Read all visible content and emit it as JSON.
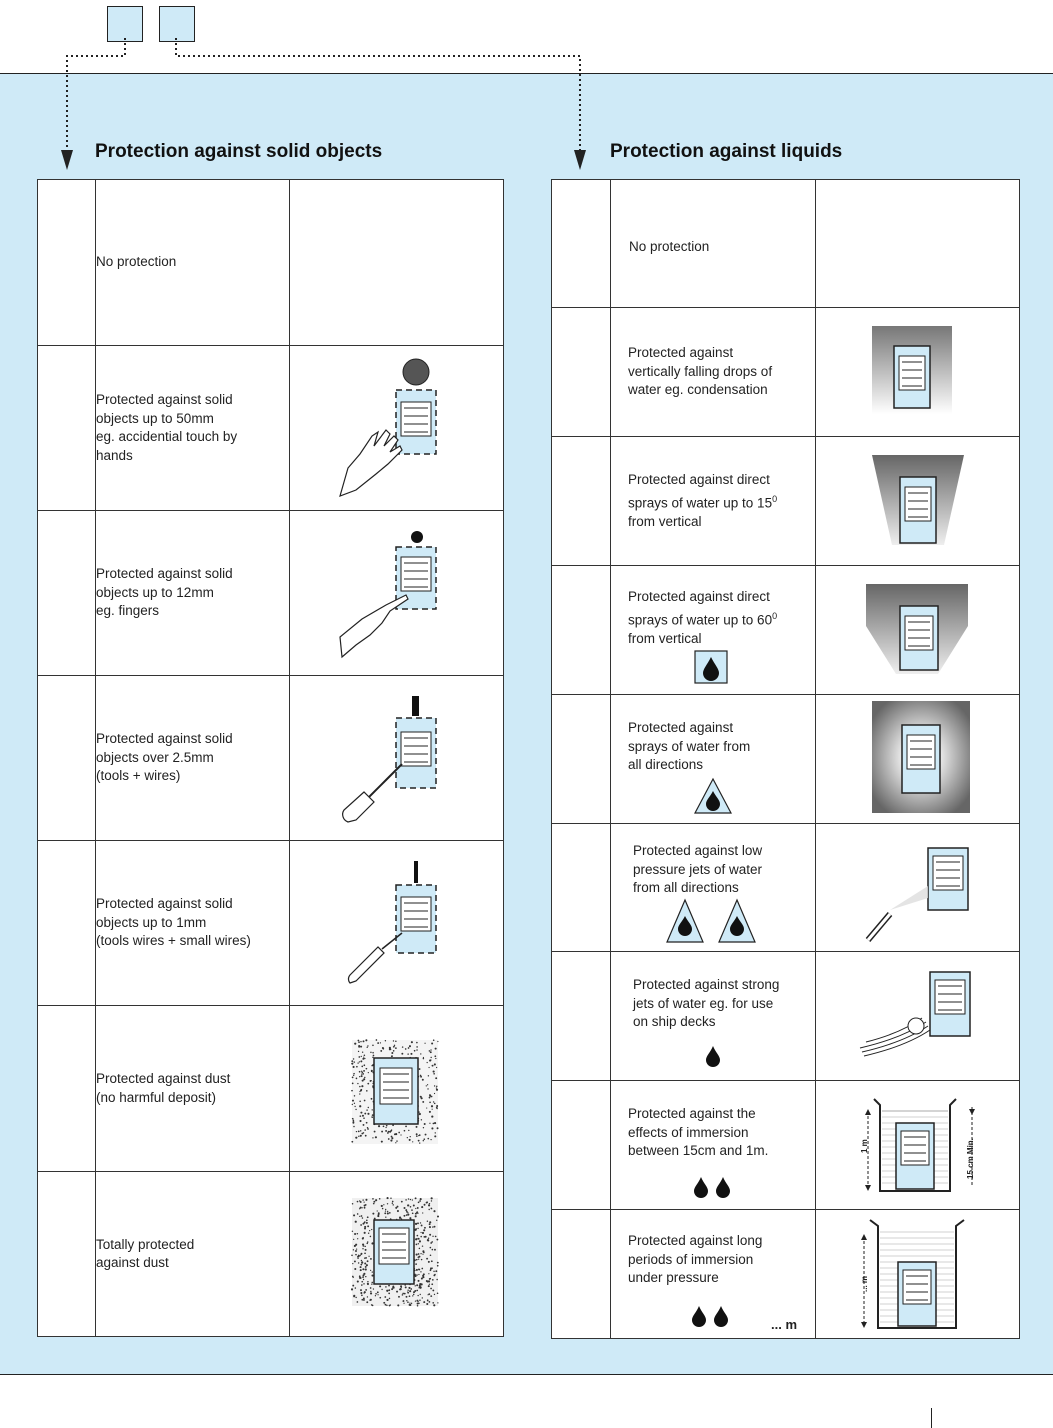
{
  "solids": {
    "heading": "Protection against solid objects",
    "rows": [
      {
        "text": [
          "No protection"
        ],
        "icon": "none"
      },
      {
        "text": [
          "Protected against solid",
          "objects up to 50mm",
          "eg. accidential touch by",
          "hands"
        ],
        "icon": "hand-ball-icon"
      },
      {
        "text": [
          "Protected against solid",
          "objects up to 12mm",
          "eg. fingers"
        ],
        "icon": "finger-ball-icon"
      },
      {
        "text": [
          "Protected against solid",
          "objects over 2.5mm",
          "(tools + wires)"
        ],
        "icon": "screwdriver-icon"
      },
      {
        "text": [
          "Protected against solid",
          "objects up to 1mm",
          "(tools wires + small wires)"
        ],
        "icon": "wire-tool-icon"
      },
      {
        "text": [
          "Protected against dust",
          "(no harmful deposit)"
        ],
        "icon": "dust-icon"
      },
      {
        "text": [
          "Totally protected",
          "against dust"
        ],
        "icon": "dust-dense-icon"
      }
    ]
  },
  "liquids": {
    "heading": "Protection against liquids",
    "rows": [
      {
        "text": [
          "No protection"
        ],
        "icon": "none"
      },
      {
        "text": [
          "Protected against",
          "vertically falling drops of",
          "water  eg. condensation"
        ],
        "icon": "drip-icon"
      },
      {
        "text": [
          "Protected against direct",
          "sprays of water up to 15",
          "from vertical"
        ],
        "sup": "0",
        "icon": "spray-15-icon"
      },
      {
        "text": [
          "Protected against direct",
          "sprays of water up to 60",
          "from vertical"
        ],
        "sup": "0",
        "icon": "spray-60-icon"
      },
      {
        "text": [
          "Protected against",
          "sprays of water from",
          "all directions"
        ],
        "icon": "spray-all-icon"
      },
      {
        "text": [
          "Protected against low",
          "pressure jets of water",
          "from all directions"
        ],
        "icon": "low-jet-icon"
      },
      {
        "text": [
          "Protected against strong",
          "jets of water  eg. for use",
          "on ship decks"
        ],
        "icon": "strong-jet-icon"
      },
      {
        "text": [
          "Protected against the",
          "effects of immersion",
          "between 15cm and 1m."
        ],
        "icon": "immersion-icon"
      },
      {
        "text": [
          "Protected against long",
          "periods of immersion",
          "under pressure"
        ],
        "icon": "submersion-icon"
      }
    ],
    "immersion_labels": {
      "depth": "1 m",
      "min": "15 cm Min."
    },
    "submersion_labels": {
      "depth": "... m",
      "unit": "... m"
    }
  },
  "colors": {
    "panel": "#cfeaf7",
    "device": "#cfeaf7",
    "line": "#222222"
  }
}
